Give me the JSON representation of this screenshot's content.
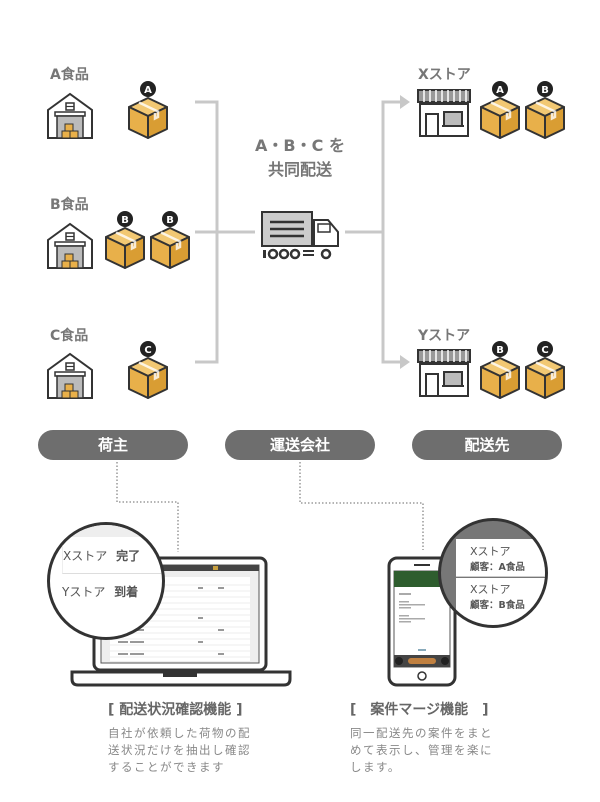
{
  "shippers": [
    {
      "name": "A食品",
      "box_badges": [
        "A"
      ]
    },
    {
      "name": "B食品",
      "box_badges": [
        "B",
        "B"
      ]
    },
    {
      "name": "C食品",
      "box_badges": [
        "C"
      ]
    }
  ],
  "center": {
    "line1": "A・B・C を",
    "line2": "共同配送"
  },
  "destinations": [
    {
      "name": "Xストア",
      "box_badges": [
        "A",
        "B"
      ]
    },
    {
      "name": "Yストア",
      "box_badges": [
        "B",
        "C"
      ]
    }
  ],
  "roles": {
    "shipper": "荷主",
    "carrier": "運送会社",
    "destination": "配送先"
  },
  "laptop_magnifier": {
    "rows": [
      {
        "store": "Xストア",
        "status": "完了"
      },
      {
        "store": "Yストア",
        "status": "到着"
      }
    ]
  },
  "phone_magnifier": {
    "rows": [
      {
        "store": "Xストア",
        "customer": "顧客：A食品"
      },
      {
        "store": "Xストア",
        "customer": "顧客：B食品"
      }
    ]
  },
  "features": [
    {
      "title": "[ 配送状況確認機能 ]",
      "desc": [
        "自社が依頼した荷物の配",
        "送状況だけを抽出し確認",
        "することができます"
      ]
    },
    {
      "title": "[　案件マージ機能　]",
      "desc": [
        "同一配送先の案件をまと",
        "めて表示し、管理を楽に",
        "します。"
      ]
    }
  ],
  "colors": {
    "box": "#e8b04a",
    "pill": "#6e6e6e",
    "line": "#c8c8c8",
    "dark": "#333333",
    "app_green": "#2e5d2e"
  }
}
